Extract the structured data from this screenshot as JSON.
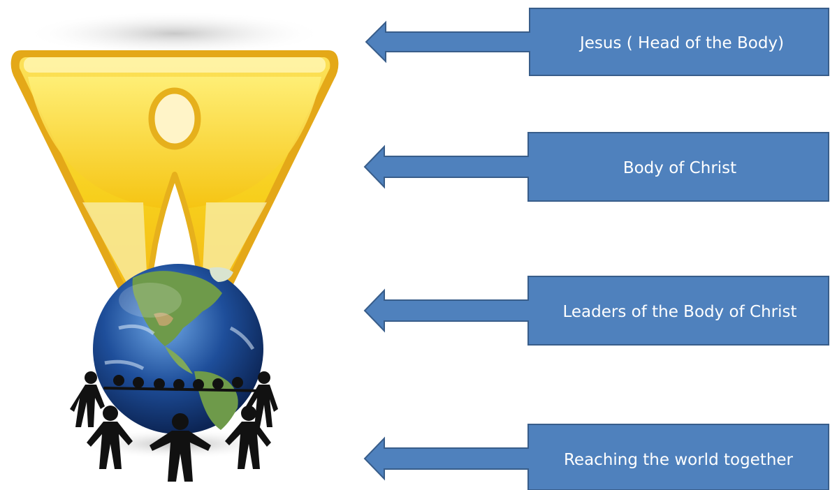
{
  "callouts": [
    {
      "label": "Jesus ( Head of the Body)"
    },
    {
      "label": "Body of Christ"
    },
    {
      "label": "Leaders of the Body of Christ"
    },
    {
      "label": "Reaching the world together"
    }
  ],
  "illustration": {
    "emblem_icon": "yellow-triangle-person-icon",
    "globe_icon": "earth-globe-icon",
    "people_icon": "people-holding-hands-circle-icon"
  },
  "colors": {
    "arrow_fill": "#4F81BD",
    "arrow_stroke": "#385D8A",
    "label_text": "#FFFFFF",
    "emblem_yellow": "#F7D21A",
    "emblem_rim": "#E4A818",
    "globe_ocean": "#1E4E9A",
    "globe_land": "#6E9A4A",
    "people": "#111111"
  }
}
